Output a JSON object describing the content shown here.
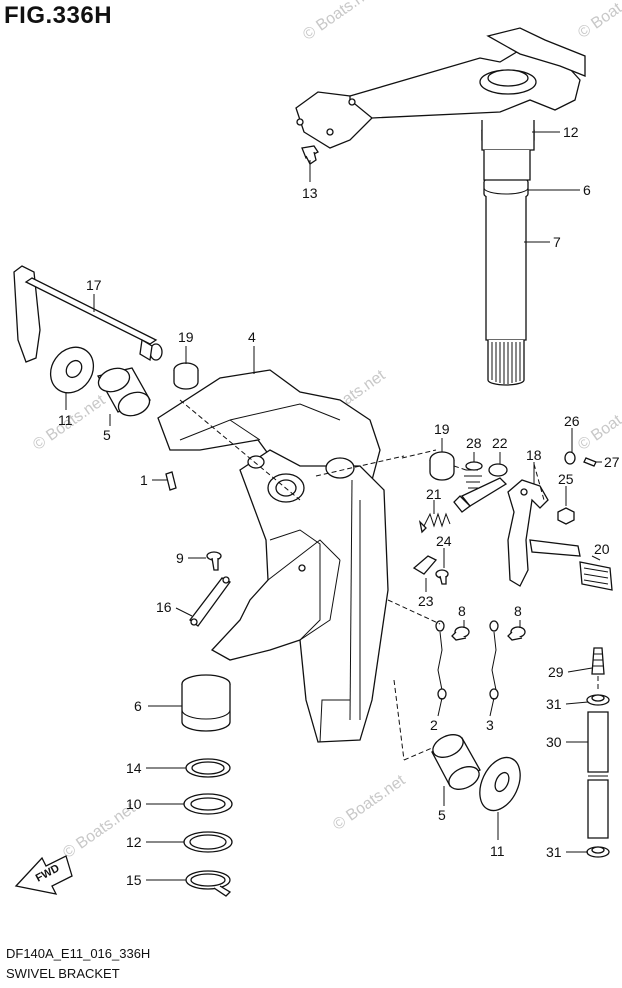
{
  "figure": {
    "title": "FIG.336H",
    "code": "DF140A_E11_016_336H",
    "name": "SWIVEL BRACKET",
    "fwd_label": "FWD"
  },
  "watermark": {
    "text": "© Boats.net",
    "partial_text": "© Boat"
  },
  "callouts": [
    "12",
    "6",
    "7",
    "13",
    "17",
    "19",
    "4",
    "11",
    "5",
    "1",
    "19",
    "28",
    "22",
    "26",
    "27",
    "18",
    "25",
    "21",
    "24",
    "9",
    "23",
    "20",
    "16",
    "8",
    "8",
    "29",
    "6",
    "31",
    "2",
    "3",
    "30",
    "14",
    "10",
    "5",
    "11",
    "12",
    "15",
    "31"
  ]
}
